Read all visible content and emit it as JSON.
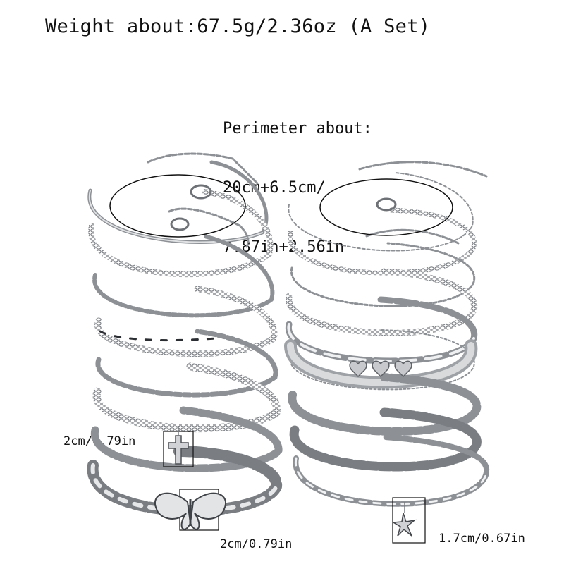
{
  "header": {
    "weight_text": "Weight about:67.5g/2.36oz (A Set)"
  },
  "perimeter": {
    "line1": "Perimeter about:",
    "line2": "20cm+6.5cm/",
    "line3": "7.87in+2.56in"
  },
  "dimensions": {
    "cross": "2cm/0.79in",
    "butterfly": "2cm/0.79in",
    "star": "1.7cm/0.67in"
  },
  "colors": {
    "silver": "#b9bcc0",
    "silver_dark": "#6e7277",
    "outline": "#111111"
  },
  "icons": [
    "cross-pendant-icon",
    "butterfly-pendant-icon",
    "star-pendant-icon",
    "heart-charm-icon"
  ]
}
